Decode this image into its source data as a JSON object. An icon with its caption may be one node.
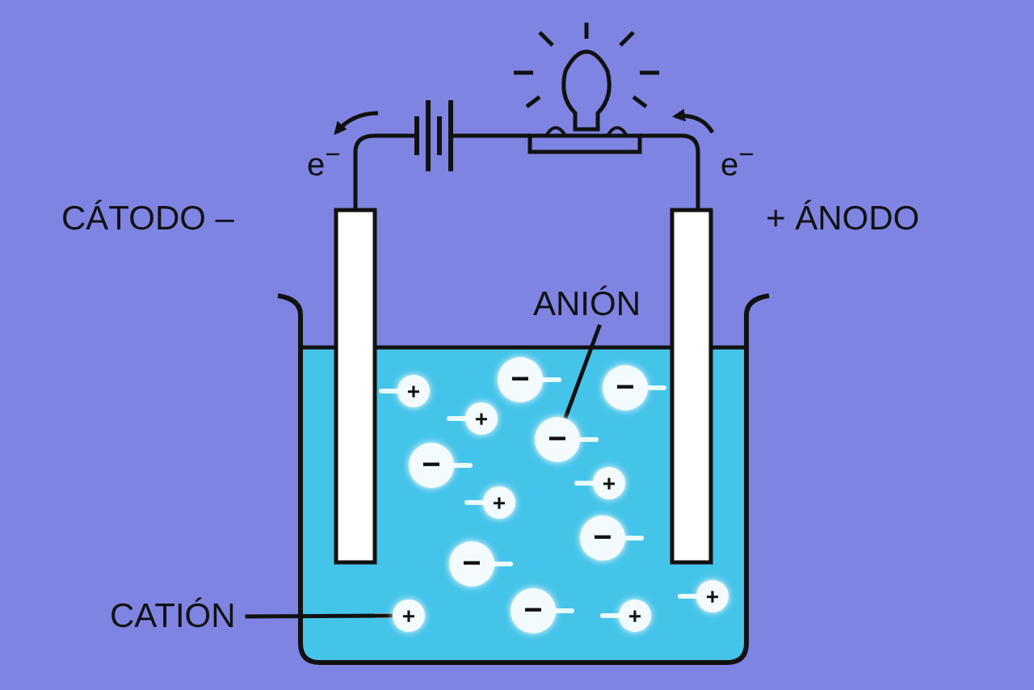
{
  "diagram": {
    "nodes": [
      {
        "text": [
          "ANIÓN"
        ]
      },
      {
        "text": [
          "CATIÓN"
        ]
      },
      {
        "text": [
          "−"
        ]
      },
      {
        "text": [
          "−"
        ]
      },
      {
        "text": [
          "+"
        ]
      },
      {
        "text": [
          "+"
        ]
      },
      {
        "text": [
          "−"
        ]
      },
      {
        "text": [
          "−"
        ]
      },
      {
        "text": [
          "+"
        ]
      },
      {
        "text": [
          "+"
        ]
      },
      {
        "text": [
          "−"
        ]
      },
      {
        "text": [
          "−"
        ]
      },
      {
        "text": [
          "+"
        ]
      },
      {
        "text": [
          "−"
        ]
      },
      {
        "text": [
          "+"
        ]
      },
      {
        "text": [
          "+"
        ]
      },
      {
        "text": [],
        "shape": "bar"
      },
      {
        "text": [],
        "shape": "picture"
      },
      {
        "text": [],
        "shape": "picture"
      },
      {
        "text": [],
        "shape": "bar"
      }
    ],
    "edges": [
      {
        "from": 0,
        "to": 6,
        "arrow": "none"
      },
      {
        "from": 1,
        "to": 14,
        "arrow": "none"
      },
      {
        "from": 16,
        "to": 17,
        "arrow": "none"
      },
      {
        "from": 17,
        "to": 18,
        "arrow": "none"
      },
      {
        "from": 18,
        "to": 19,
        "arrow": "none"
      }
    ],
    "labels": [
      "e$^{−}$",
      "e$^{−}$",
      "CÁTODO –",
      "+ ÁNODO"
    ]
  }
}
